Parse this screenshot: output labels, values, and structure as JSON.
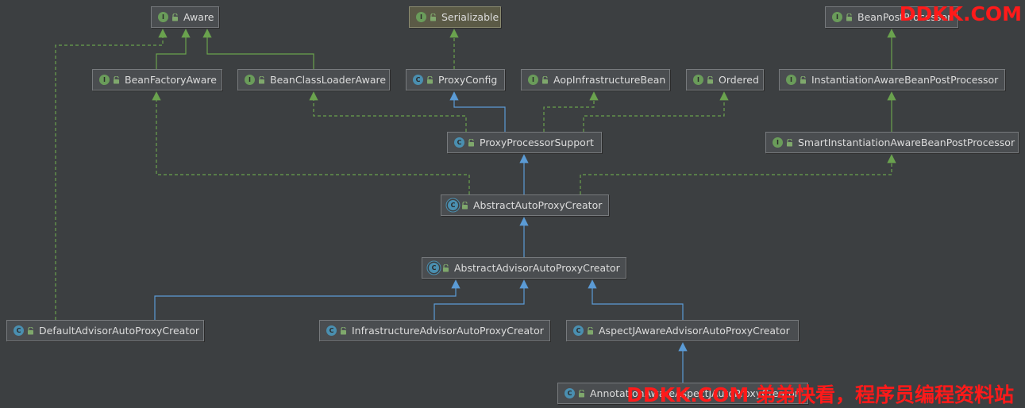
{
  "colors": {
    "background": "#3c3f41",
    "node_fill": "#4a4d50",
    "node_border": "#777a7d",
    "interface_badge": "#6a9c5a",
    "class_badge": "#4a8fb0",
    "extends_arrow": "#5b9bd5",
    "implements_arrow": "#6aa24e",
    "watermark": "#ff1a1a"
  },
  "nodes": [
    {
      "id": "aware",
      "label": "Aware",
      "kind": "interface"
    },
    {
      "id": "serializable",
      "label": "Serializable",
      "kind": "interface"
    },
    {
      "id": "bpp",
      "label": "BeanPostProcessor",
      "kind": "interface"
    },
    {
      "id": "bfa",
      "label": "BeanFactoryAware",
      "kind": "interface"
    },
    {
      "id": "bcla",
      "label": "BeanClassLoaderAware",
      "kind": "interface"
    },
    {
      "id": "pc",
      "label": "ProxyConfig",
      "kind": "class"
    },
    {
      "id": "aib",
      "label": "AopInfrastructureBean",
      "kind": "interface"
    },
    {
      "id": "ord",
      "label": "Ordered",
      "kind": "interface"
    },
    {
      "id": "iabpp",
      "label": "InstantiationAwareBeanPostProcessor",
      "kind": "interface"
    },
    {
      "id": "pps",
      "label": "ProxyProcessorSupport",
      "kind": "class"
    },
    {
      "id": "siabpp",
      "label": "SmartInstantiationAwareBeanPostProcessor",
      "kind": "interface"
    },
    {
      "id": "aapc",
      "label": "AbstractAutoProxyCreator",
      "kind": "abstract"
    },
    {
      "id": "aaapc",
      "label": "AbstractAdvisorAutoProxyCreator",
      "kind": "abstract"
    },
    {
      "id": "daapc",
      "label": "DefaultAdvisorAutoProxyCreator",
      "kind": "class"
    },
    {
      "id": "iaapc",
      "label": "InfrastructureAdvisorAutoProxyCreator",
      "kind": "class"
    },
    {
      "id": "ajaapc",
      "label": "AspectJAwareAdvisorAutoProxyCreator",
      "kind": "class"
    },
    {
      "id": "aaaapc",
      "label": "AnnotationAwareAspectJAutoProxyCreator",
      "kind": "class"
    }
  ],
  "edges": [
    {
      "from": "bfa",
      "to": "aware",
      "type": "extends-interface"
    },
    {
      "from": "bcla",
      "to": "aware",
      "type": "extends-interface"
    },
    {
      "from": "daapc",
      "to": "aware",
      "type": "implements"
    },
    {
      "from": "pc",
      "to": "serializable",
      "type": "implements"
    },
    {
      "from": "iabpp",
      "to": "bpp",
      "type": "extends-interface"
    },
    {
      "from": "siabpp",
      "to": "iabpp",
      "type": "extends-interface"
    },
    {
      "from": "pps",
      "to": "pc",
      "type": "extends"
    },
    {
      "from": "pps",
      "to": "bcla",
      "type": "implements"
    },
    {
      "from": "pps",
      "to": "aib",
      "type": "implements"
    },
    {
      "from": "pps",
      "to": "ord",
      "type": "implements"
    },
    {
      "from": "aapc",
      "to": "pps",
      "type": "extends"
    },
    {
      "from": "aapc",
      "to": "bfa",
      "type": "implements"
    },
    {
      "from": "aapc",
      "to": "siabpp",
      "type": "implements"
    },
    {
      "from": "aaapc",
      "to": "aapc",
      "type": "extends"
    },
    {
      "from": "daapc",
      "to": "aaapc",
      "type": "extends"
    },
    {
      "from": "iaapc",
      "to": "aaapc",
      "type": "extends"
    },
    {
      "from": "ajaapc",
      "to": "aaapc",
      "type": "extends"
    },
    {
      "from": "aaaapc",
      "to": "ajaapc",
      "type": "extends"
    }
  ],
  "badges": {
    "interface": "I",
    "class": "C",
    "abstract": "C"
  },
  "watermarks": {
    "top": "DDKK.COM",
    "bottom": "DDKK.COM 弟弟快看，程序员编程资料站"
  }
}
